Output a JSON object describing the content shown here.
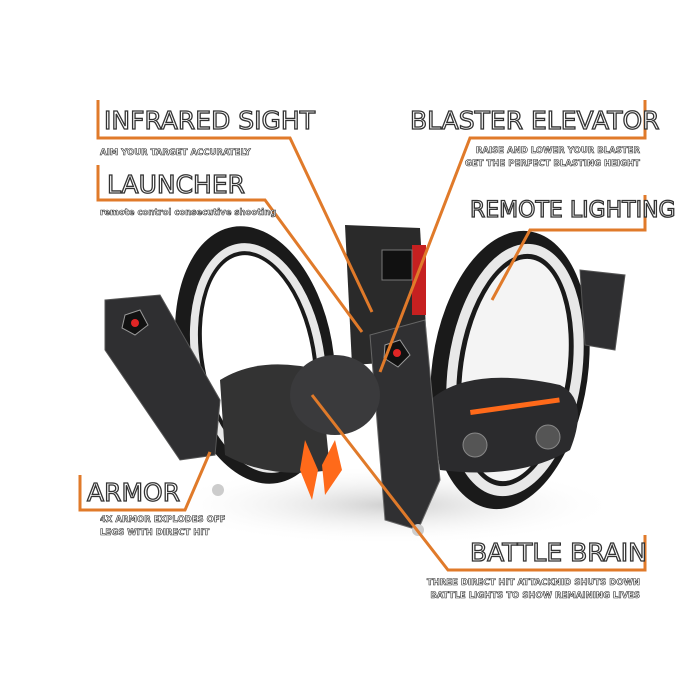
{
  "colors": {
    "accent": "#e07a2a",
    "body": "#2b2b2d",
    "highlight": "#ff6a1a"
  },
  "callouts": {
    "infrared": {
      "title": "INFRARED SIGHT",
      "desc": "AIM YOUR TARGET ACCURATELY"
    },
    "launcher": {
      "title": "LAUNCHER",
      "desc": "remote control consecutive shooting"
    },
    "blaster": {
      "title": "BLASTER ELEVATOR",
      "desc1": "RAISE AND  LOWER YOUR BLASTER",
      "desc2": "GET THE PERFECT BLASTING HEIGHT"
    },
    "lighting": {
      "title": "REMOTE LIGHTING"
    },
    "armor": {
      "title": "ARMOR",
      "desc1": "4X ARMOR EXPLODES OFF",
      "desc2": "LEGS WITH DIRECT HIT"
    },
    "brain": {
      "title": "BATTLE BRAIN",
      "desc1": "THREE DIRECT HIT ATTACKNID SHUTS DOWN",
      "desc2": "BATTLE LIGHTS TO SHOW REMAINING LIVES"
    }
  }
}
